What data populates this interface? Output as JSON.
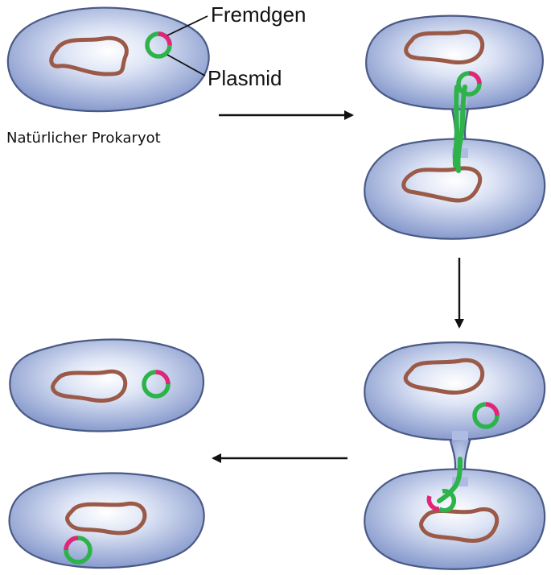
{
  "labels": {
    "foreign_gene": "Fremdgen",
    "plasmid": "Plasmid",
    "natural_prokaryote": "Natürlicher Prokaryot"
  },
  "colors": {
    "cytoplasm_center": "#ffffff",
    "cytoplasm_edge": "#7f93c9",
    "membrane": "#4a5a85",
    "chromosome": "#9a5a47",
    "plasmid": "#2db34a",
    "foreign_gene": "#e0257a",
    "arrow": "#111111"
  },
  "stages": [
    "natural-prokaryote",
    "conjugation-start",
    "plasmid-transfer",
    "two-recombinant-cells"
  ],
  "arrows": [
    {
      "direction": "right"
    },
    {
      "direction": "down"
    },
    {
      "direction": "left"
    }
  ]
}
